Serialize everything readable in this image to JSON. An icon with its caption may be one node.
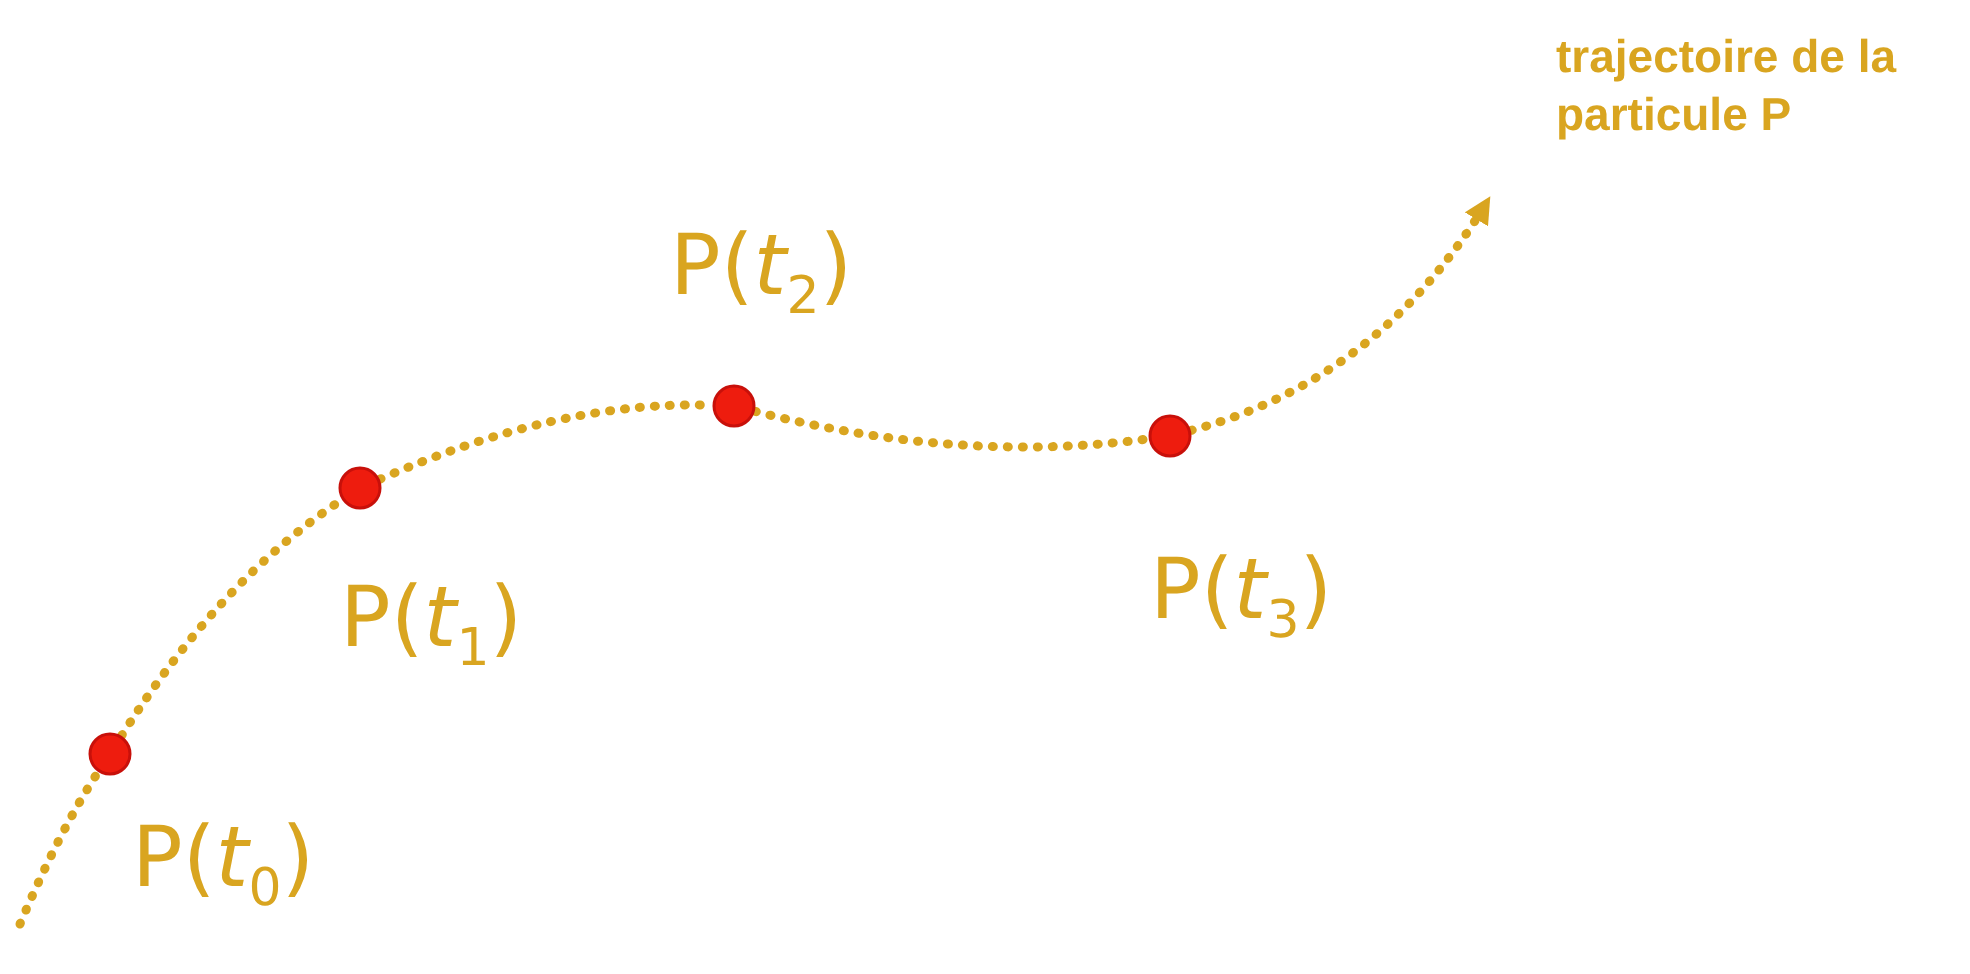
{
  "diagram": {
    "nodes": [
      {
        "text": [],
        "shape": "circle",
        "beside": [
          "P(*t*$_{0}$)"
        ]
      },
      {
        "text": [],
        "shape": "circle",
        "beside": [
          "P(*t*$_{1}$)"
        ]
      },
      {
        "text": [],
        "shape": "circle",
        "beside": [
          "P(*t*$_{2}$)"
        ]
      },
      {
        "text": [],
        "shape": "circle",
        "beside": [
          "P(*t*$_{3}$)"
        ]
      }
    ],
    "edges": [
      {
        "from": null,
        "to": 0,
        "arrow": "none",
        "style": "dashed"
      },
      {
        "from": 0,
        "to": 1,
        "arrow": "none",
        "style": "dashed"
      },
      {
        "from": 1,
        "to": 2,
        "arrow": "none",
        "style": "dashed"
      },
      {
        "from": 2,
        "to": 3,
        "arrow": "none",
        "style": "dashed"
      },
      {
        "from": 3,
        "to": null,
        "arrow": "to",
        "style": "dashed"
      }
    ],
    "labels": [
      "trajectoire de la particule P"
    ]
  }
}
